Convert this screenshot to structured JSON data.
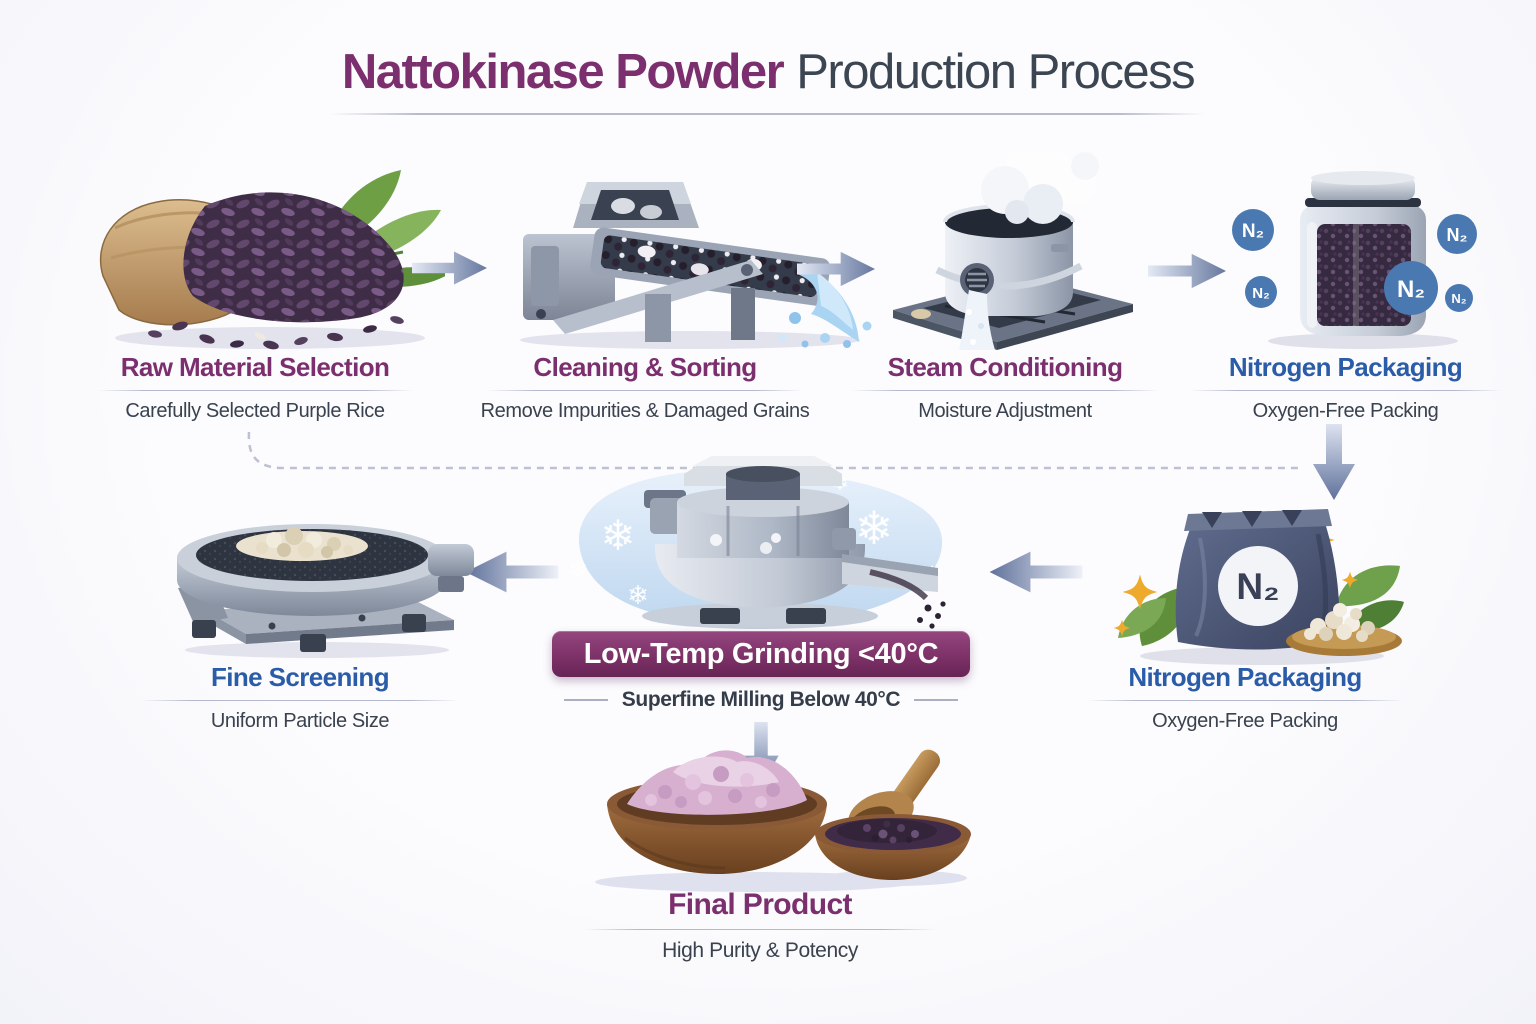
{
  "title": {
    "highlight": "Nattokinase Powder",
    "rest": "Production Process"
  },
  "colors": {
    "purple_heading": "#7b2f6e",
    "blue_heading": "#2b5ca8",
    "subtitle_text": "#39424e",
    "banner_purple": "#7d3268",
    "arrow_blue": "#66789f"
  },
  "steps": {
    "raw_material": {
      "title": "Raw Material Selection",
      "subtitle": "Carefully Selected Purple Rice"
    },
    "cleaning": {
      "title": "Cleaning & Sorting",
      "subtitle": "Remove Impurities & Damaged Grains"
    },
    "steam": {
      "title": "Steam Conditioning",
      "subtitle": "Moisture Adjustment"
    },
    "nitrogen_jar": {
      "title": "Nitrogen Packaging",
      "subtitle": "Oxygen-Free Packing"
    },
    "nitrogen_bag": {
      "title": "Nitrogen Packaging",
      "subtitle": "Oxygen-Free Packing"
    },
    "grinding": {
      "banner": "Low-Temp Grinding <40°C",
      "subtitle": "Superfine Milling Below 40°C"
    },
    "screening": {
      "title": "Fine Screening",
      "subtitle": "Uniform Particle Size"
    },
    "final_product": {
      "title": "Final Product",
      "subtitle": "High Purity & Potency"
    }
  },
  "labels": {
    "n2": "N₂"
  },
  "icons": {
    "snowflake": "❄"
  }
}
